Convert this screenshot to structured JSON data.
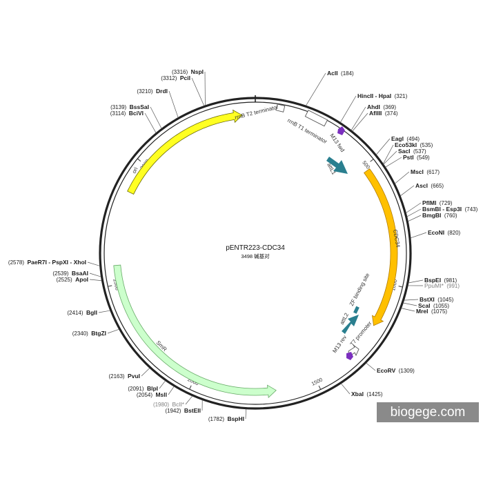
{
  "plasmid": {
    "name": "pENTR223-CDC34",
    "size_label": "3498 碱基对",
    "length": 3498
  },
  "colors": {
    "backbone": "#222222",
    "ori": "#ffff22",
    "smr": "#ccffcc",
    "cdc34": "#ffc000",
    "att": "#2a7f8f",
    "m13": "#7b2fbe"
  },
  "sites": [
    {
      "name": "AclI",
      "pos": "184",
      "bp": 184
    },
    {
      "name": "HincII - HpaI",
      "pos": "321",
      "bp": 321
    },
    {
      "name": "AhdI",
      "pos": "369",
      "bp": 369
    },
    {
      "name": "AflIII",
      "pos": "374",
      "bp": 374
    },
    {
      "name": "EagI",
      "pos": "494",
      "bp": 494
    },
    {
      "name": "Eco53kI",
      "pos": "535",
      "bp": 535
    },
    {
      "name": "SacI",
      "pos": "537",
      "bp": 537
    },
    {
      "name": "PstI",
      "pos": "549",
      "bp": 549
    },
    {
      "name": "MscI",
      "pos": "617",
      "bp": 617
    },
    {
      "name": "AscI",
      "pos": "665",
      "bp": 665
    },
    {
      "name": "PflMI",
      "pos": "729",
      "bp": 729
    },
    {
      "name": "BsmBI - Esp3I",
      "pos": "743",
      "bp": 743
    },
    {
      "name": "BmgBI",
      "pos": "760",
      "bp": 760
    },
    {
      "name": "EcoNI",
      "pos": "820",
      "bp": 820
    },
    {
      "name": "BspEI",
      "pos": "981",
      "bp": 981
    },
    {
      "name": "PpuMI*",
      "pos": "991",
      "bp": 991,
      "gray": true
    },
    {
      "name": "BstXI",
      "pos": "1045",
      "bp": 1045
    },
    {
      "name": "ScaI",
      "pos": "1055",
      "bp": 1055
    },
    {
      "name": "MreI",
      "pos": "1075",
      "bp": 1075
    },
    {
      "name": "EcoRV",
      "pos": "1309",
      "bp": 1309
    },
    {
      "name": "XbaI",
      "pos": "1425",
      "bp": 1425
    },
    {
      "name": "BspHI",
      "pos": "1782",
      "bp": 1782
    },
    {
      "name": "BstEII",
      "pos": "1942",
      "bp": 1942
    },
    {
      "name": "BclI*",
      "pos": "1980",
      "bp": 1980,
      "gray": true
    },
    {
      "name": "MslI",
      "pos": "2054",
      "bp": 2054
    },
    {
      "name": "BlpI",
      "pos": "2091",
      "bp": 2091
    },
    {
      "name": "PvuI",
      "pos": "2163",
      "bp": 2163
    },
    {
      "name": "BtgZI",
      "pos": "2340",
      "bp": 2340
    },
    {
      "name": "BglI",
      "pos": "2414",
      "bp": 2414
    },
    {
      "name": "ApoI",
      "pos": "2525",
      "bp": 2525
    },
    {
      "name": "BsaAI",
      "pos": "2539",
      "bp": 2539
    },
    {
      "name": "PaeR7I - PspXI - XhoI",
      "pos": "2578",
      "bp": 2578
    },
    {
      "name": "BciVI",
      "pos": "3114",
      "bp": 3114
    },
    {
      "name": "BssSaI",
      "pos": "3139",
      "bp": 3139
    },
    {
      "name": "DrdI",
      "pos": "3210",
      "bp": 3210
    },
    {
      "name": "PciI",
      "pos": "3312",
      "bp": 3312
    },
    {
      "name": "NspI",
      "pos": "3316",
      "bp": 3316
    }
  ],
  "ticks": [
    {
      "label": "500",
      "bp": 500
    },
    {
      "label": "1000",
      "bp": 1000
    },
    {
      "label": "1500",
      "bp": 1500
    },
    {
      "label": "2000",
      "bp": 2000
    },
    {
      "label": "2500",
      "bp": 2500
    },
    {
      "label": "3000",
      "bp": 3000
    }
  ],
  "features": {
    "rrnb_t2": "rrnB T2 terminator",
    "rrnb_t1": "rrnB T1 terminator",
    "m13_fwd": "M13 fwd",
    "attl1": "attL1",
    "cdc34": "CDC34",
    "zf_site": "ZF binding site",
    "attl2": "attL2",
    "t7_promoter": "T7 promoter",
    "m13_rev": "M13 rev",
    "smr": "SmR",
    "ori": "ori"
  },
  "watermark": "biogege.com"
}
